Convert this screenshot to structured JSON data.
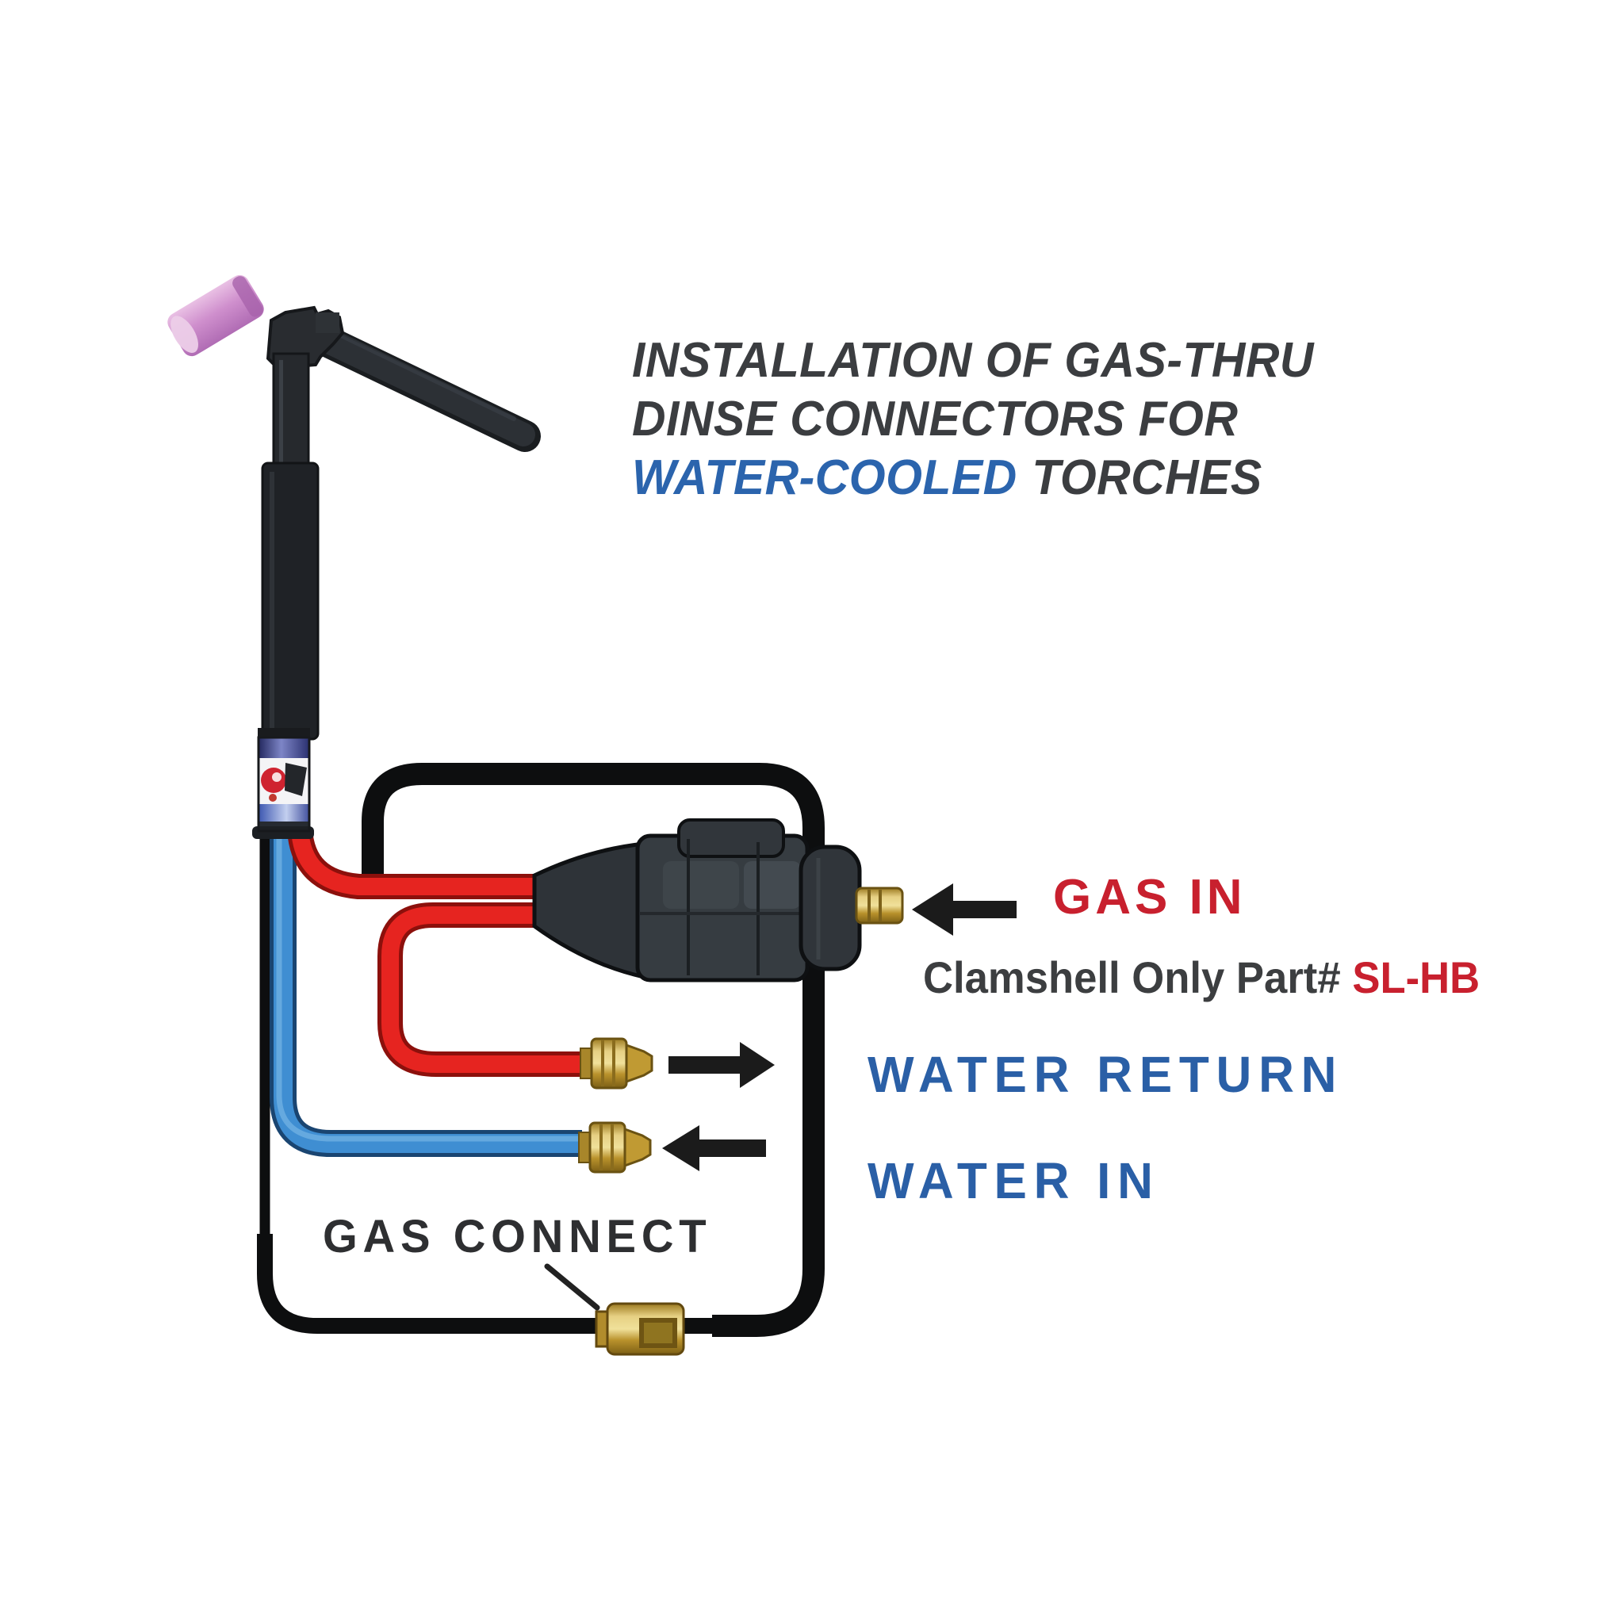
{
  "title": {
    "line1": "INSTALLATION OF GAS-THRU",
    "line2": "DINSE CONNECTORS FOR",
    "line3_highlight": "WATER-COOLED",
    "line3_rest": "TORCHES"
  },
  "callouts": {
    "gas_in": "GAS IN",
    "clamshell_prefix": "Clamshell Only Part#",
    "clamshell_part": "SL-HB",
    "water_return": "WATER RETURN",
    "water_in": "WATER IN",
    "gas_connect": "GAS CONNECT"
  },
  "colors": {
    "label_red": "#c8202e",
    "label_blue": "#2a5fa6",
    "title_dark": "#3b3d40",
    "title_blue": "#2b64ad",
    "hose_red": "#e62420",
    "hose_red_edge": "#8c100c",
    "hose_blue": "#3f8ed2",
    "hose_blue_edge": "#1a4571",
    "cable_black": "#0d0e0f",
    "arrow_black": "#1b1b1b",
    "brass": "#c09a33",
    "connector_gray": "#363c41",
    "nozzle_pink": "#cf8fcd"
  },
  "icons": {
    "gas_in_arrow": "left-arrow",
    "water_return_arrow": "right-arrow",
    "water_in_arrow": "left-arrow",
    "gas_connect_pointer": "callout-line"
  }
}
